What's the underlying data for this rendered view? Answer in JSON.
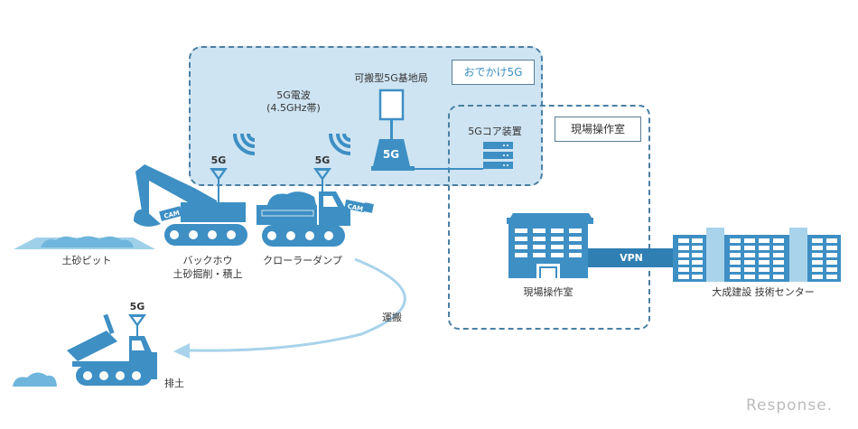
{
  "colors": {
    "primary": "#3d8fc4",
    "light": "#9fd0ea",
    "zone_fill": "#cfe4f2",
    "zone_border": "#4a7fa3",
    "dark_band": "#2f6f9c"
  },
  "zones": {
    "odekake_5g": {
      "tag": "おでかけ5G"
    },
    "site_room": {
      "tag": "現場操作室"
    }
  },
  "labels": {
    "radio_wave_line1": "5G電波",
    "radio_wave_line2": "(4.5GHz帯)",
    "portable_base_station": "可搬型5G基地局",
    "base_station_badge": "5G",
    "core_equipment": "5Gコア装置",
    "antenna_5g": "5G",
    "cam": "CAM",
    "soil_pit": "土砂ピット",
    "backhoe_line1": "バックホウ",
    "backhoe_line2": "土砂掘削・積上",
    "crawler_dump": "クローラーダンプ",
    "transport": "運搬",
    "unload": "排土",
    "site_room_building": "現場操作室",
    "vpn": "VPN",
    "tech_center": "大成建設 技術センター"
  },
  "watermark": "Response."
}
